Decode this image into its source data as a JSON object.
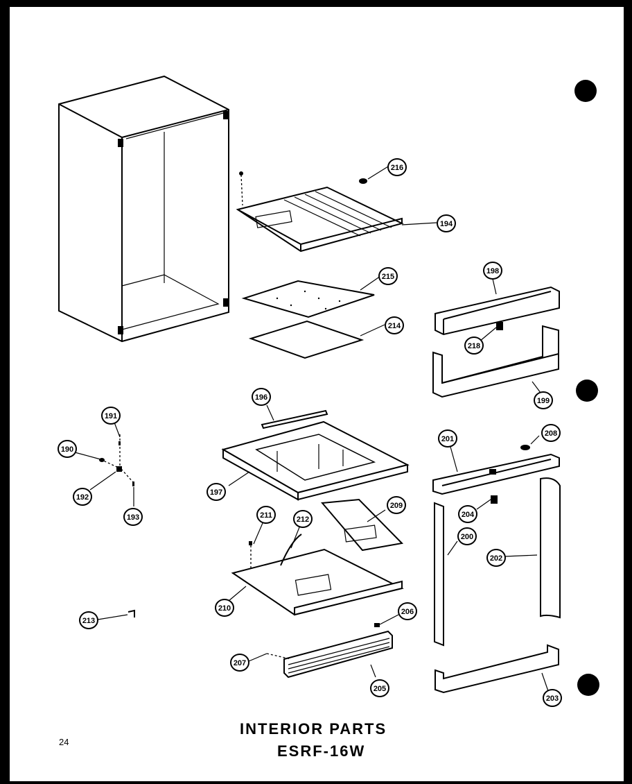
{
  "title": {
    "line1": "INTERIOR PARTS",
    "line2": "ESRF-16W"
  },
  "page_number": "24",
  "callouts": [
    "216",
    "194",
    "215",
    "214",
    "198",
    "218",
    "199",
    "196",
    "197",
    "191",
    "190",
    "192",
    "193",
    "201",
    "208",
    "204",
    "200",
    "202",
    "209",
    "211",
    "212",
    "210",
    "206",
    "207",
    "205",
    "203",
    "213"
  ]
}
